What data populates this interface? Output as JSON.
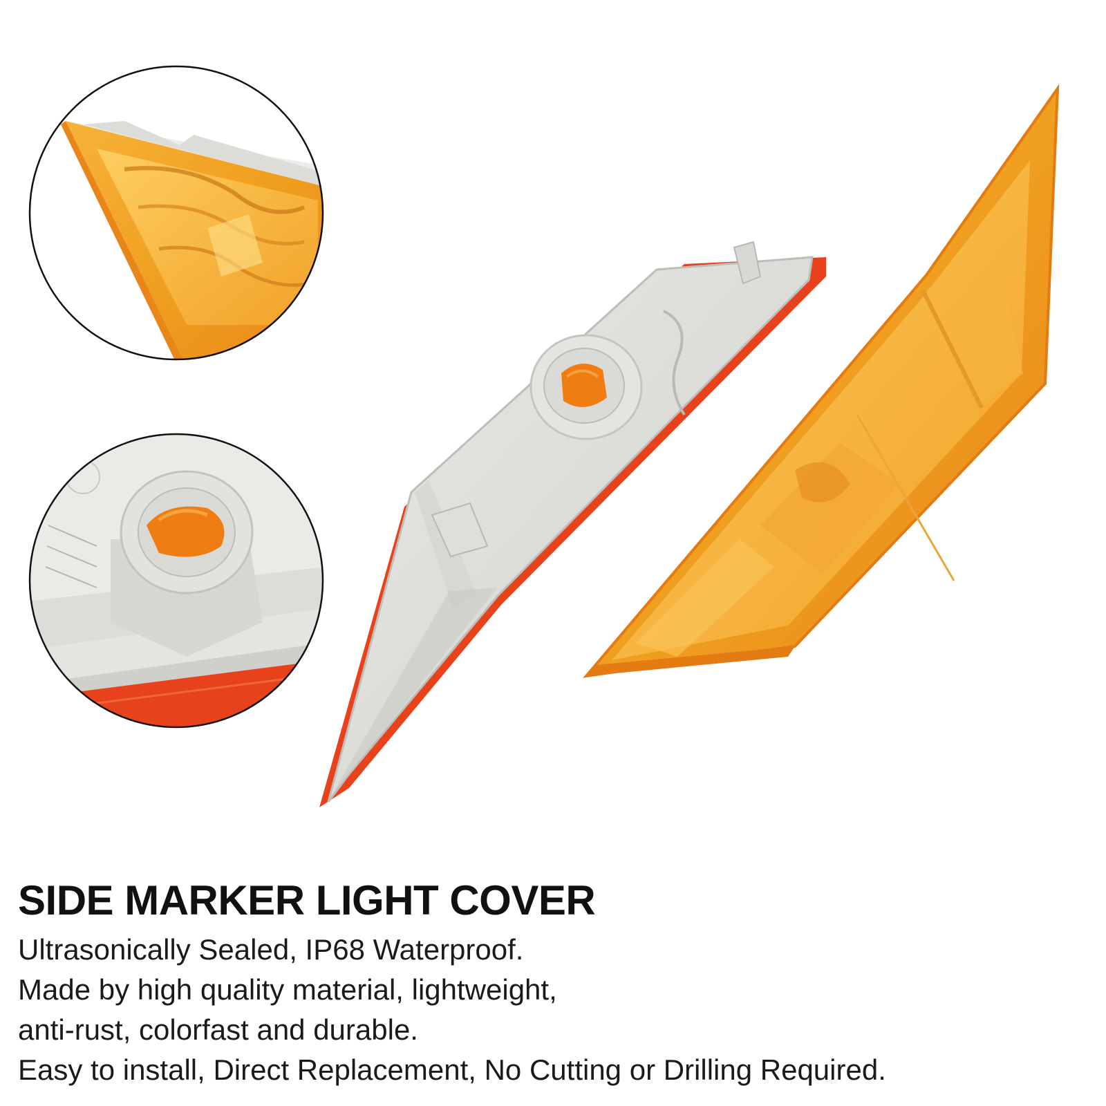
{
  "product": {
    "title": "SIDE MARKER LIGHT COVER",
    "features": [
      "Ultrasonically Sealed, IP68 Waterproof.",
      "Made by high quality material, lightweight,",
      "anti-rust, colorfast and durable.",
      "Easy to install, Direct Replacement, No Cutting or Drilling Required."
    ]
  },
  "colors": {
    "lens_amber": "#f5a623",
    "lens_orange": "#ef7d12",
    "housing_grey": "#dcdcd8",
    "reflector_red": "#e8421c",
    "text": "#111111"
  }
}
